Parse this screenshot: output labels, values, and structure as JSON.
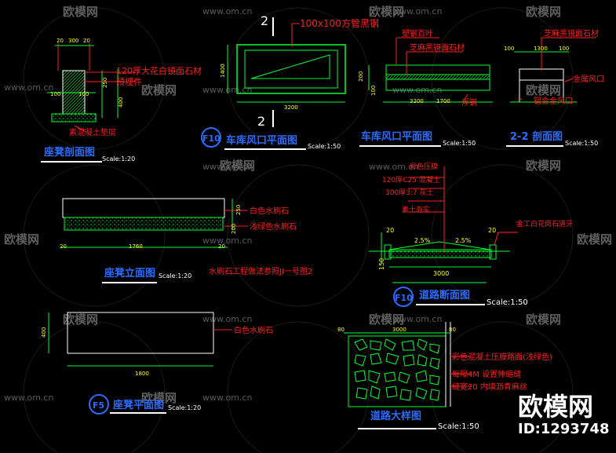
{
  "watermark": {
    "site": "www.om.cn",
    "brand": "欧模网",
    "id": "ID:1293748"
  },
  "colors": {
    "bg": "#000000",
    "line": "#00ff33",
    "red": "#ff2020",
    "yellow": "#ffff00",
    "white": "#ffffff",
    "blue": "#3a4cff",
    "title": "#2b6bff"
  },
  "views": {
    "bench_section": {
      "title": "座凳剖面图",
      "scale": "Scale:1:20",
      "dims": [
        "20",
        "300",
        "20",
        "100",
        "250",
        "400",
        "100"
      ],
      "notes": [
        "120厚大花白镜面石材",
        "预埋件",
        "素混凝土垫层"
      ]
    },
    "vent_plan": {
      "badge": "F10",
      "title": "车库风口平面图",
      "scale": "Scale:1:50",
      "section_marks": [
        "2",
        "2"
      ],
      "notes": [
        "100x100方管黑钢"
      ],
      "dims": [
        "1400",
        "3200"
      ]
    },
    "vent_elev": {
      "title": "车库风口平面图",
      "scale": "Scale:1:50",
      "notes": [
        "塑钢百叶",
        "芝麻黑镜面石材",
        "浮钢"
      ],
      "dims": [
        "200",
        "100",
        "3200",
        "1700"
      ]
    },
    "vent_section": {
      "title": "2-2 剖面图",
      "scale": "Scale:1:50",
      "notes": [
        "芝麻黑镜面石材",
        "金属风口",
        "铝合金风口"
      ],
      "dims": [
        "100",
        "1300",
        "100"
      ]
    },
    "bench_elev": {
      "title": "座凳立面图",
      "scale": "Scale:1:20",
      "notes": [
        "白色水刷石",
        "浅绿色水刷石",
        "水刷石工程做法参照JI一号图2"
      ],
      "dims": [
        "250",
        "200",
        "20",
        "1760",
        "20"
      ]
    },
    "road_section": {
      "badge": "F10",
      "title": "道路断面图",
      "scale": "Scale:1:50",
      "notes": [
        "彩色压膜",
        "120厚C25 混凝土",
        "300厚3:7 灰土",
        "素土夯实",
        "金工白花岗石道牙"
      ],
      "dims": [
        "20",
        "2.5%",
        "2.5%",
        "20",
        "3000",
        "150"
      ]
    },
    "bench_plan": {
      "badge": "F5",
      "title": "座凳平面图",
      "scale": "Scale:1:20",
      "notes": [
        "白色水刷石"
      ],
      "dims": [
        "400",
        "1800"
      ]
    },
    "road_plan": {
      "title": "道路大样图",
      "scale": "Scale:1:50",
      "notes": [
        "彩色混凝土压膜路面(浅绿色)",
        "每隔4M 设置伸缩缝",
        "缝宽20 内填沥青麻丝"
      ],
      "dims": [
        "80",
        "3000",
        "80"
      ]
    }
  }
}
